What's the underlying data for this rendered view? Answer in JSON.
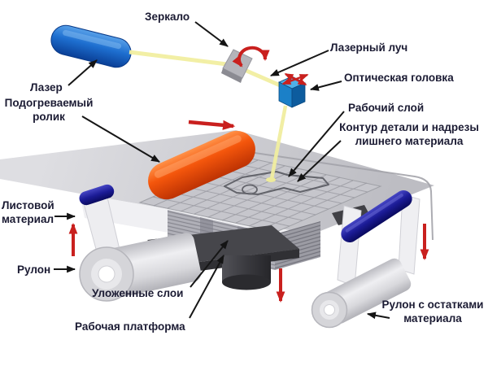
{
  "diagram": {
    "subject": "LOM laminated object manufacturing process scheme",
    "labels": {
      "mirror": "Зеркало",
      "laser_beam": "Лазерный луч",
      "optical_head": "Оптическая головка",
      "laser": "Лазер",
      "heated_roller": "Подогреваемый ролик",
      "working_layer": "Рабочий слой",
      "contour": "Контур детали и надрезы лишнего материала",
      "sheet_material": "Листовой материал",
      "roll": "Рулон",
      "laid_layers": "Уложенные слои",
      "working_platform": "Рабочая платформа",
      "leftover_roll": "Рулон с остатками материала"
    },
    "colors": {
      "label_text": "#1b1b33",
      "annotation_red": "#c9201e",
      "laser_body_blue": "#1e6fd0",
      "beam_yellow": "#f1eea0",
      "heated_roller_orange": "#f4560c",
      "guide_rollers_blue": "#1b1b96",
      "sheet_gray": "#cdcdd2",
      "platform_dark": "#46464b",
      "optical_head_blue": "#1b80c8"
    }
  }
}
